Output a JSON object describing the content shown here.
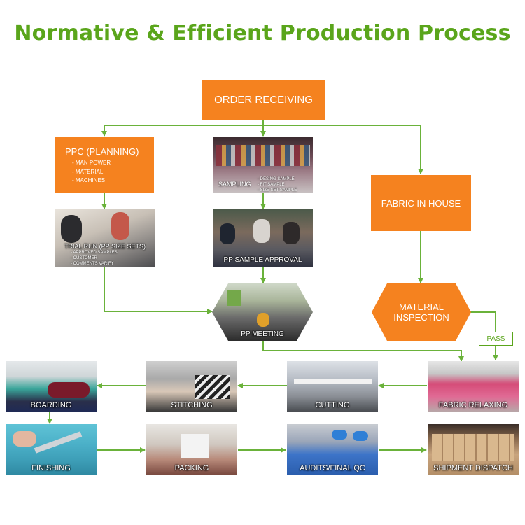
{
  "title": "Normative & Efficient Production Process",
  "colors": {
    "title": "#5aa51b",
    "arrow": "#6ab23a",
    "box": "#f5821f",
    "text_on_box": "#ffffff"
  },
  "nodes": {
    "order_receiving": "ORDER RECEIVING",
    "ppc": {
      "title": "PPC (PLANNING)",
      "items": [
        "- MAN POWER",
        "- MATERIAL",
        "- MACHINES"
      ]
    },
    "sampling": {
      "label": "SAMPLING",
      "items": [
        "- DESING SAMPLE",
        "- FIT SAMPLE",
        "- SIZE SET SAMPLE"
      ]
    },
    "fabric_in_house": "FABRIC IN HOUSE",
    "trial_run": {
      "label": "TRIAL RUN (PP SIZE SETS)",
      "items": [
        "- APPROVED SAMPLES",
        "- CUSTOMER",
        "- COMMENTS VARIFY"
      ]
    },
    "pp_sample_approval": "PP SAMPLE APPROVAL",
    "pp_meeting": "PP MEETING",
    "material_inspection": [
      "MATERIAL",
      "INSPECTION"
    ],
    "pass": "PASS",
    "fabric_relaxing": "FABRIC RELAXING",
    "cutting": "CUTTING",
    "stitching": "STITCHING",
    "boarding": "BOARDING",
    "finishing": "FINISHING",
    "packing": "PACKING",
    "audits": "AUDITS/FINAL QC",
    "shipment": "SHIPMENT DISPATCH"
  }
}
